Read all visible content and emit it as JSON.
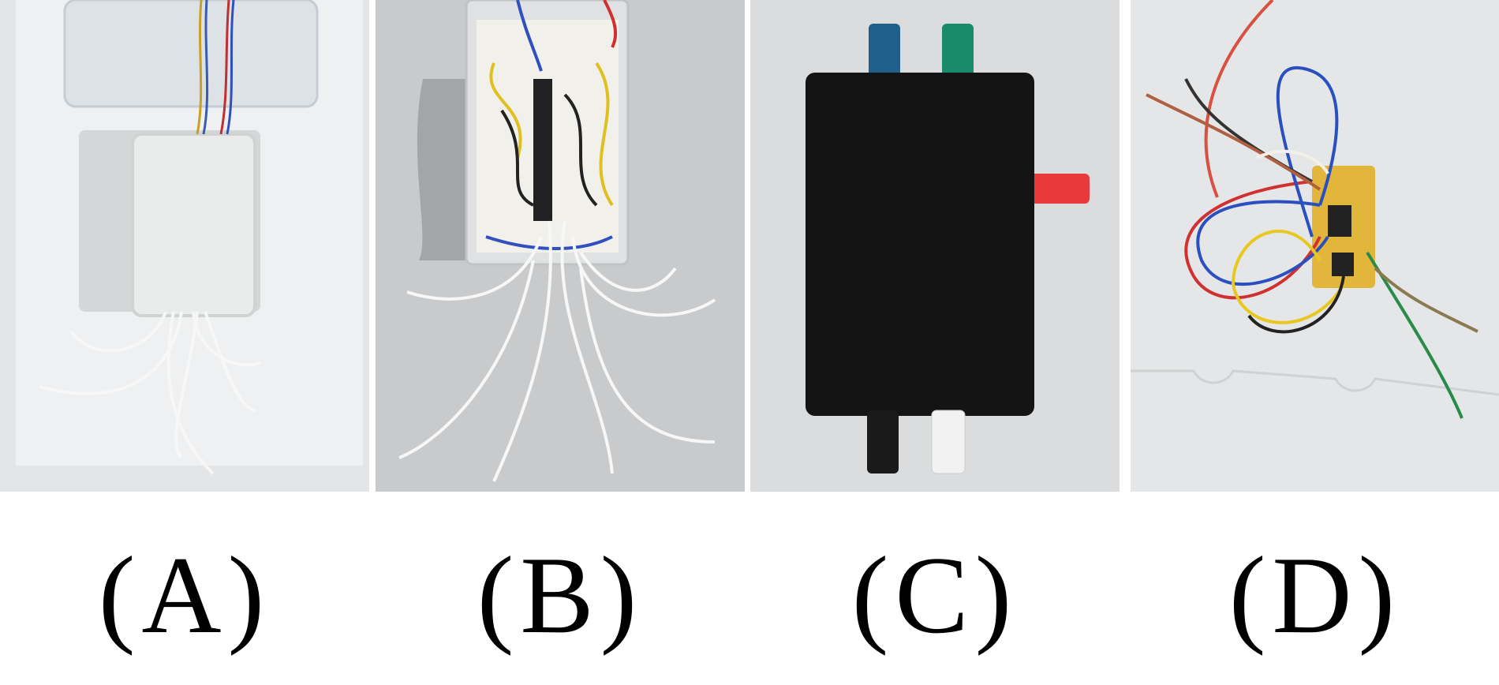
{
  "panels": [
    {
      "label": "(A)",
      "subject": "potted-circuit-box"
    },
    {
      "label": "(B)",
      "subject": "breadboard-circuit"
    },
    {
      "label": "(C)",
      "subject": "enclosure-with-terminals"
    },
    {
      "label": "(D)",
      "subject": "perfboard-circuit"
    }
  ],
  "colors": {
    "terminal_blue": "#1f5f8a",
    "terminal_green": "#1a8a6a",
    "terminal_red": "#e83a3a",
    "terminal_black": "#1a1a1a",
    "terminal_white": "#f2f2f2",
    "pcb": "#e2b63a"
  }
}
